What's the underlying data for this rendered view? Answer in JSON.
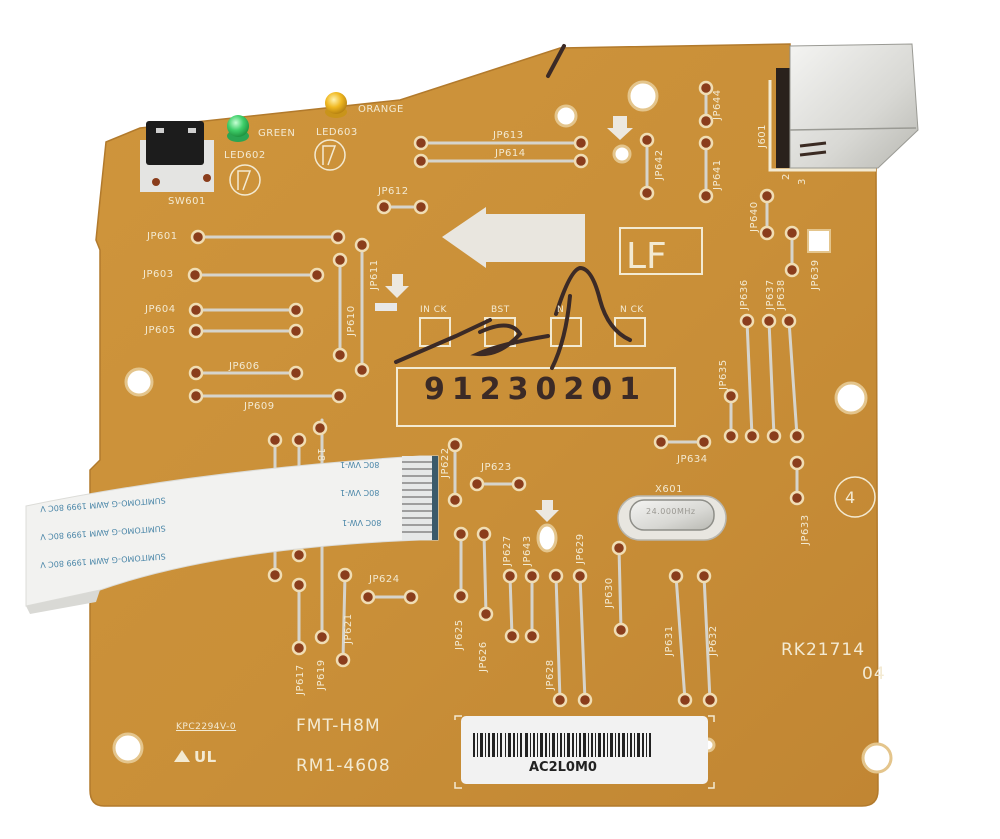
{
  "photo": {
    "subject": "Printer formatter / interface circuit board",
    "background_color": "#ffffff",
    "board_color": "#c98f38"
  },
  "board": {
    "model_top": "FMT-H8M",
    "model_bottom": "RM1-4608",
    "revision_code": "RK21714",
    "revision_suffix": "04",
    "ul_code": "KPC2294V-0",
    "ul_mark": "UL",
    "position_marker": "4",
    "lf_box": "LF",
    "handwritten_number": "91230201",
    "barcode_label": "AC2L0M0",
    "pad_labels": [
      "IN CK",
      "BST",
      "N",
      "N CK"
    ]
  },
  "components": {
    "switch": "SW601",
    "led_green": {
      "ref": "LED602",
      "color_label": "GREEN",
      "color": "#3fcf6a"
    },
    "led_orange": {
      "ref": "LED603",
      "color_label": "ORANGE",
      "color": "#f0b820"
    },
    "connector": {
      "ref": "J601",
      "pin_labels": [
        "2",
        "3"
      ]
    },
    "crystal": {
      "ref": "X601",
      "marking": "24.000MHz"
    }
  },
  "jumpers": {
    "JP601": "JP601",
    "JP603": "JP603",
    "JP604": "JP604",
    "JP605": "JP605",
    "JP606": "JP606",
    "JP609": "JP609",
    "JP610": "JP610",
    "JP611": "JP611",
    "JP612": "JP612",
    "JP613": "JP613",
    "JP614": "JP614",
    "JP617": "JP617",
    "JP618": "18",
    "JP619": "JP619",
    "JP621": "JP621",
    "JP622": "JP622",
    "JP623": "JP623",
    "JP624": "JP624",
    "JP625": "JP625",
    "JP626": "JP626",
    "JP627": "JP627",
    "JP628": "JP628",
    "JP629": "JP629",
    "JP630": "JP630",
    "JP631": "JP631",
    "JP632": "JP632",
    "JP633": "JP633",
    "JP634": "JP634",
    "JP635": "JP635",
    "JP636": "JP636",
    "JP637": "JP637",
    "JP638": "JP638",
    "JP639": "JP639",
    "JP640": "JP640",
    "JP641": "JP641",
    "JP642": "JP642",
    "JP643": "JP643",
    "JP644": "JP644"
  },
  "ribbon_cable": {
    "print_lines": [
      "SUMITOMO-G  AWM 1999 80C V",
      "SUMITOMO-G  AWM 1999 80C V",
      "SUMITOMO-G  AWM 1999 80C V"
    ],
    "end_marks": [
      "80C VW-1",
      "80C VW-1",
      "80C VW-1"
    ],
    "color": "#f2f2f0",
    "print_color": "#4a86a8"
  }
}
